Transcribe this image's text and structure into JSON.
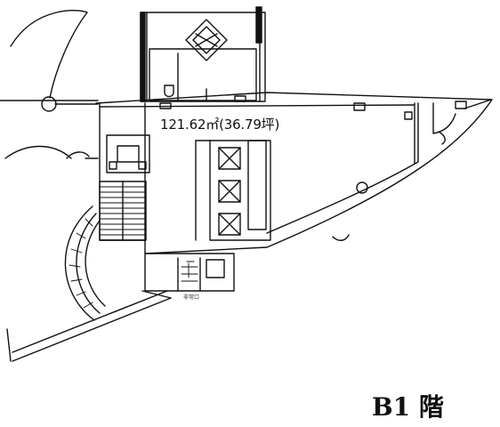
{
  "plan": {
    "area_text": "121.62㎡(36.79坪)",
    "floor_text": "B1 階",
    "small_text": "非常口"
  },
  "colors": {
    "ink": "#111111",
    "paper": "#ffffff"
  }
}
